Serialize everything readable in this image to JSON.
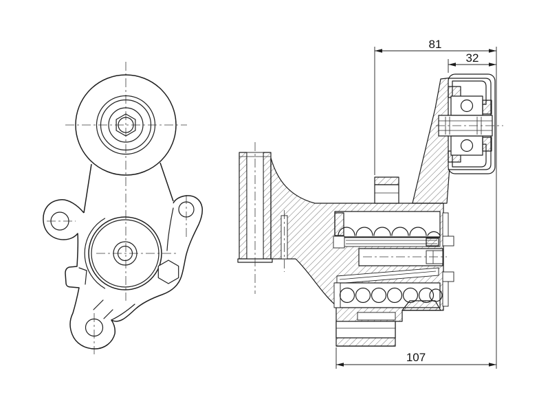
{
  "drawing": {
    "background_color": "#ffffff",
    "line_color": "#1d1d1d",
    "hatch_color": "#4a4a4a",
    "dimensions": {
      "upper_width": "81",
      "pulley_width": "32",
      "overall_width": "107"
    }
  }
}
